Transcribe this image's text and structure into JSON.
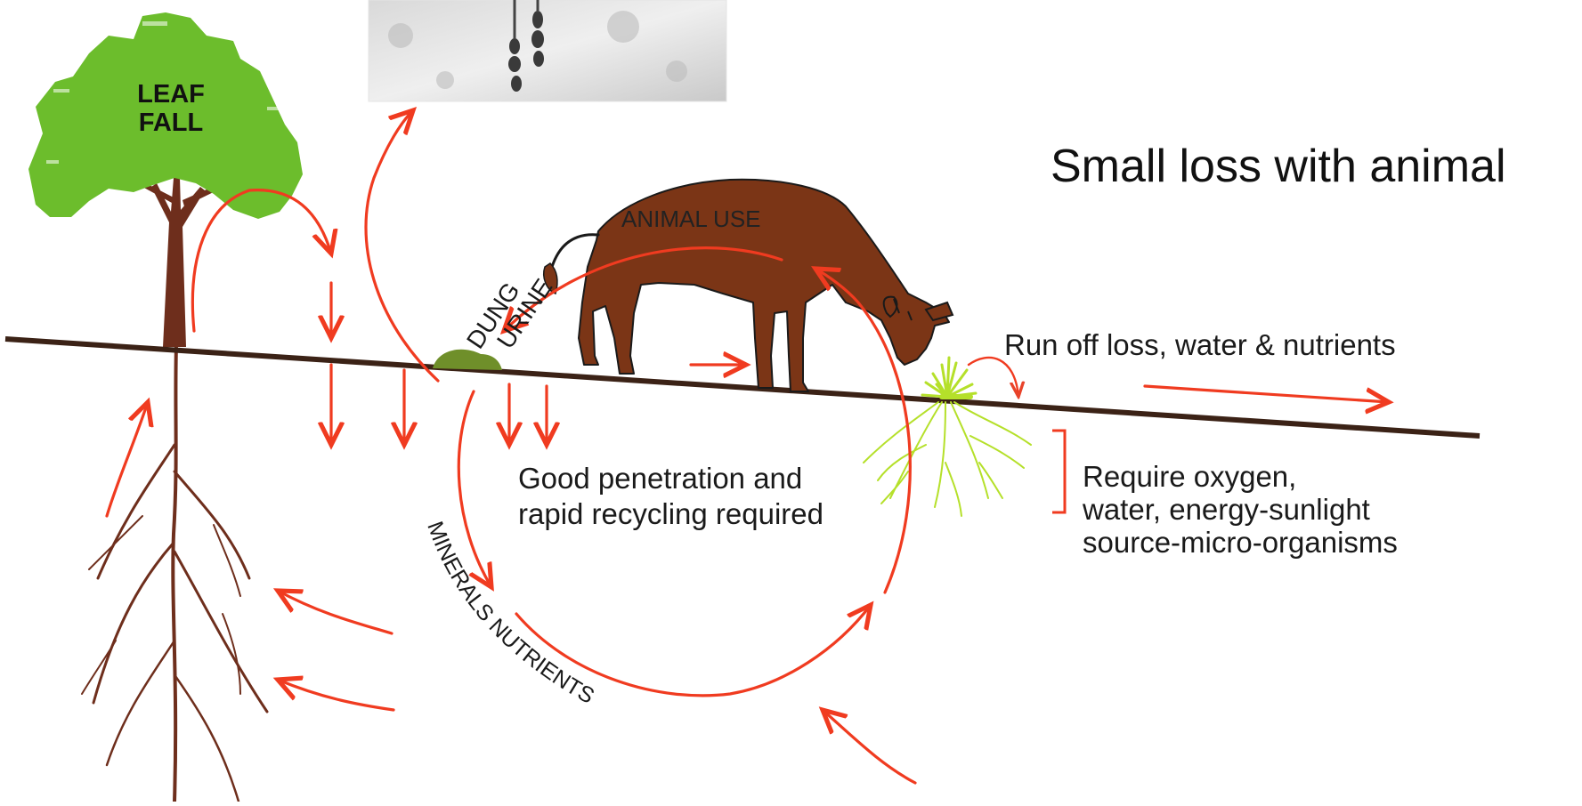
{
  "title": "Small loss with animal",
  "labels": {
    "leaf_fall_1": "LEAF",
    "leaf_fall_2": "FALL",
    "animal_use": "ANIMAL USE",
    "dung": "DUNG",
    "urine": "URINE",
    "run_off": "Run off loss, water & nutrients",
    "good_penetration_1": "Good penetration and",
    "good_penetration_2": "rapid recycling required",
    "require_1": "Require oxygen,",
    "require_2": "water, energy-sunlight",
    "require_3": "source-micro-organisms",
    "minerals_nutrients": "MINERALS NUTRIENTS"
  },
  "colors": {
    "arrow": "#f03b20",
    "tree_canopy": "#6cbd2c",
    "trunk": "#6e2e1c",
    "cow": "#7b3516",
    "ground": "#3b2216",
    "grass": "#b5e02a",
    "dung": "#6f8f2a"
  }
}
